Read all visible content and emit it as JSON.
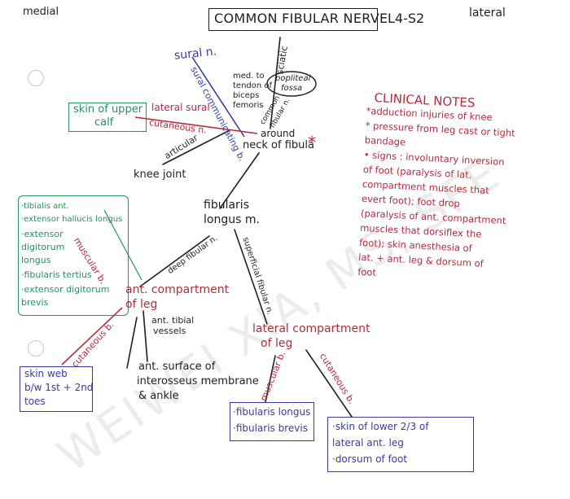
{
  "corners": {
    "left": "medial",
    "right": "lateral"
  },
  "title": "COMMON FIBULAR NERVE",
  "roots": "L4-S2",
  "watermark": "WEIWEI XIA, MS, SFE",
  "colors": {
    "ink": "#1f1f1f",
    "purple": "#3a3aa6",
    "red": "#b72a3c",
    "green": "#24935c"
  },
  "labels": {
    "sural_n": "sural n.",
    "sural_communicating": "sural communicating b.",
    "sciatic": "sciatic",
    "med_to_tendon": [
      "med. to",
      "tendon of",
      "biceps",
      "femoris"
    ],
    "popliteal_fossa": [
      "popliteal",
      "fossa"
    ],
    "common_fibular": [
      "common",
      "fibular n."
    ],
    "lateral_sural": [
      "lateral sural",
      "cutaneous n."
    ],
    "articular": "articular",
    "knee_joint": "knee joint",
    "around_neck": [
      "around",
      "neck of fibula"
    ],
    "asterisk": "*",
    "fibularis_longus_m": [
      "fibularis",
      "longus m."
    ],
    "deep_fibular": "deep fibular n.",
    "superficial_fibular": "superficial fibular n.",
    "muscular_b": "muscular b.",
    "ant_compartment": [
      "ant. compartment",
      "of leg"
    ],
    "ant_tibial_vessels": [
      "ant. tibial",
      "vessels"
    ],
    "cutaneous_b": "cutaneous b.",
    "ant_surface": [
      "ant. surface of",
      "interosseus membrane",
      "& ankle"
    ],
    "lateral_compartment": [
      "lateral compartment",
      "of leg"
    ],
    "muscular_b2": "muscular b.",
    "cutaneous_b2": "cutaneous b."
  },
  "boxes": {
    "skin_calf": [
      "skin of upper",
      "calf"
    ],
    "ant_muscles": [
      "·tibialis ant.",
      "·extensor hallucis longus",
      "·extensor",
      "  digitorum",
      "  longus",
      "·fibularis tertius",
      "·extensor digitorum",
      "  brevis"
    ],
    "skin_web": [
      "skin web",
      "b/w 1st + 2nd",
      "toes"
    ],
    "lat_muscles": [
      "·fibularis longus",
      "·fibularis brevis"
    ],
    "skin_lower": [
      "·skin of lower 2/3 of",
      "  lateral ant. leg",
      "·dorsum of foot"
    ]
  },
  "clinical": {
    "heading": "CLINICAL NOTES",
    "lines": [
      "*adduction injuries of knee",
      "* pressure from leg cast or tight",
      "  bandage",
      "• signs : involuntary inversion",
      "  of foot (paralysis of lat.",
      "  compartment muscles that",
      "  evert foot); foot drop",
      "  (paralysis of ant. compartment",
      "  muscles that dorsiflex the",
      "  foot); skin anesthesia of",
      "  lat. + ant. leg & dorsum of",
      "  foot"
    ]
  }
}
